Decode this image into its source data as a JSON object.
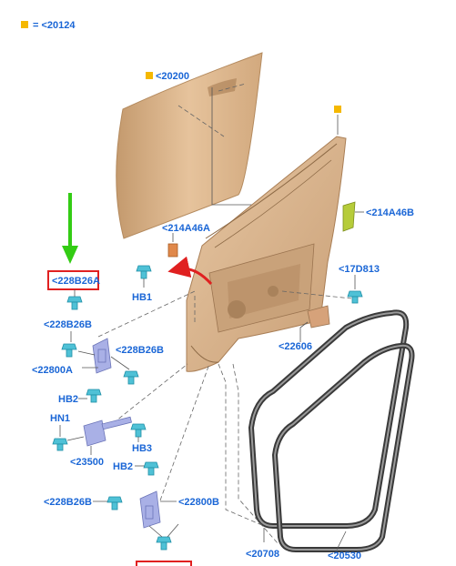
{
  "legend": {
    "text": "= <20124",
    "marker_color": "#f5b800"
  },
  "colors": {
    "label": "#1a66d6",
    "door_panel": "#dcb58a",
    "door_frame": "#d9b28b",
    "bolt": "#4fc1d6",
    "hinge": "#a9b0e6",
    "green_arrow": "#33cc14",
    "red_box": "#e02020"
  },
  "labels": {
    "outer_panel": "<20200",
    "bracket_left": "<214A46A",
    "bracket_right": "<214A46B",
    "hb1": "HB1",
    "part_17d813": "<17D813",
    "part_228b26a": "<228B26A",
    "part_228b26b_1": "<228B26B",
    "part_228b26b_2": "<228B26B",
    "part_228b26b_3": "<228B26B",
    "part_22800a": "<22800A",
    "hb2_upper": "HB2",
    "hb2_lower": "HB2",
    "hn1": "HN1",
    "hb3": "HB3",
    "part_23500": "<23500",
    "part_22800b": "<22800B",
    "part_22606": "<22606",
    "part_20708": "<20708",
    "part_20530": "<20530"
  }
}
